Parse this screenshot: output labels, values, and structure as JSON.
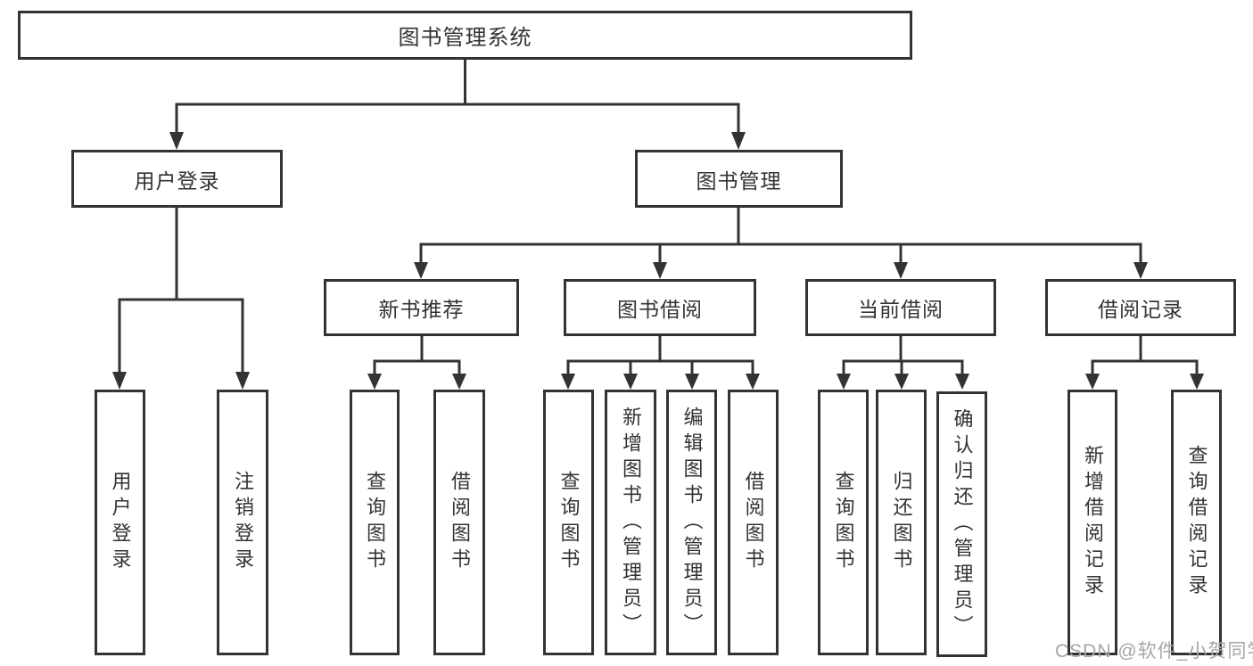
{
  "diagram": {
    "root": {
      "label": "图书管理系统"
    },
    "level1": {
      "user_login": {
        "label": "用户登录"
      },
      "book_management": {
        "label": "图书管理"
      }
    },
    "level2": {
      "new_book_recommend": {
        "label": "新书推荐"
      },
      "book_borrow": {
        "label": "图书借阅"
      },
      "current_borrow": {
        "label": "当前借阅"
      },
      "borrow_record": {
        "label": "借阅记录"
      }
    },
    "leaves": {
      "user_login_children": {
        "login": {
          "label": "用户登录"
        },
        "logout": {
          "label": "注销登录"
        }
      },
      "new_book_recommend_children": {
        "query_books": {
          "label": "查询图书"
        },
        "borrow_books": {
          "label": "借阅图书"
        }
      },
      "book_borrow_children": {
        "query_books": {
          "label": "查询图书"
        },
        "add_books_admin": {
          "label": "新增图书（管理员）"
        },
        "edit_books_admin": {
          "label": "编辑图书（管理员）"
        },
        "borrow_books": {
          "label": "借阅图书"
        }
      },
      "current_borrow_children": {
        "query_books": {
          "label": "查询图书"
        },
        "return_books": {
          "label": "归还图书"
        },
        "confirm_return_admin": {
          "label": "确认归还（管理员）"
        }
      },
      "borrow_record_children": {
        "add_borrow_record": {
          "label": "新增借阅记录"
        },
        "query_borrow_record": {
          "label": "查询借阅记录"
        }
      }
    }
  },
  "watermark": {
    "text": "CSDN @软件_小贺同学"
  },
  "colors": {
    "line": "#333333",
    "border": "#333333",
    "text": "#333333",
    "watermark": "#a6a6a6",
    "background": "#ffffff"
  }
}
